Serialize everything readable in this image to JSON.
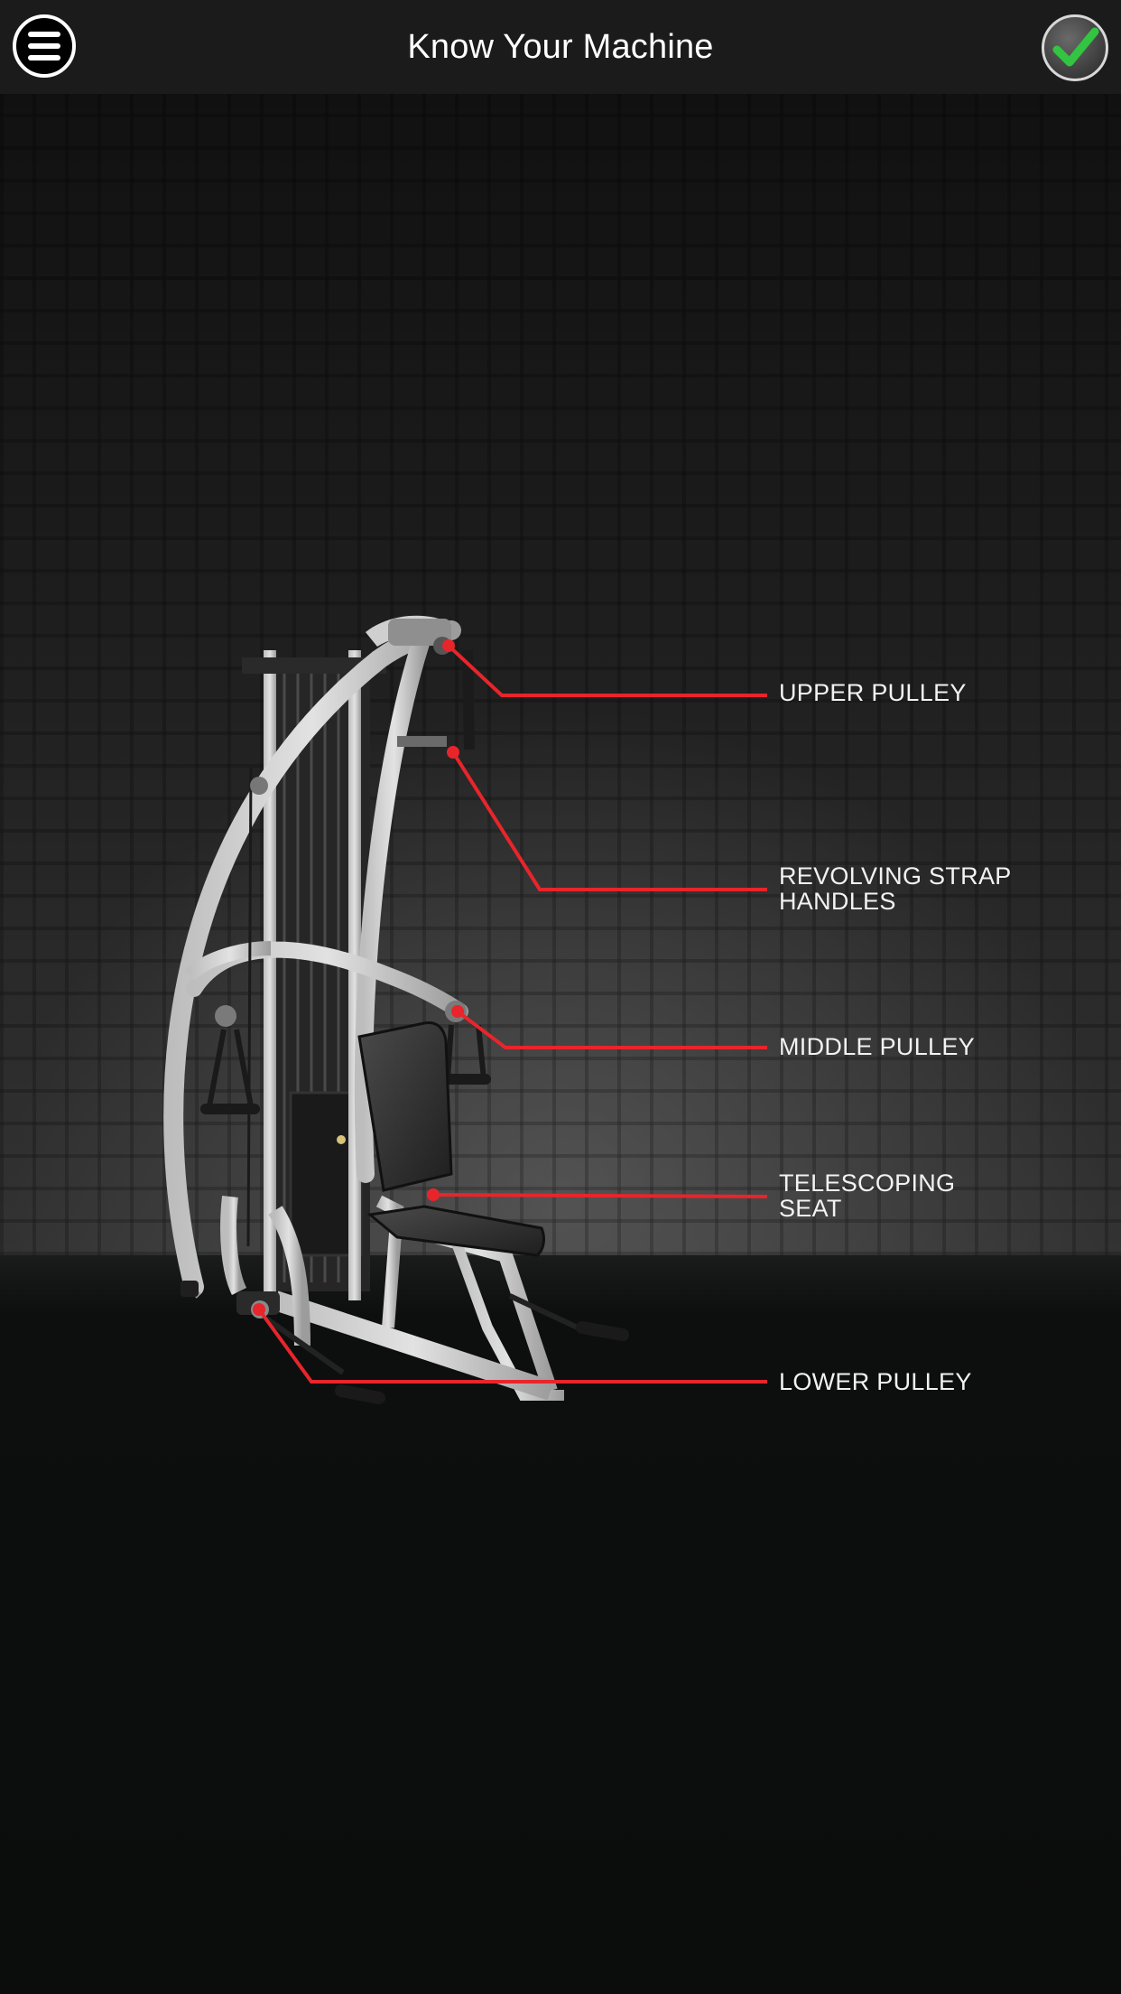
{
  "header": {
    "title": "Know Your Machine"
  },
  "icons": {
    "menu": "hamburger-menu-icon",
    "confirm": "checkmark-icon"
  },
  "colors": {
    "callout_line": "#e8252b",
    "check_green": "#33c441",
    "header_bg": "#1b1b1b"
  },
  "labels": {
    "upper_pulley": "UPPER PULLEY",
    "revolving_strap_handles_line1": "REVOLVING STRAP",
    "revolving_strap_handles_line2": "HANDLES",
    "middle_pulley": "MIDDLE PULLEY",
    "telescoping_seat_line1": "TELESCOPING",
    "telescoping_seat_line2": "SEAT",
    "lower_pulley": "LOWER PULLEY"
  }
}
